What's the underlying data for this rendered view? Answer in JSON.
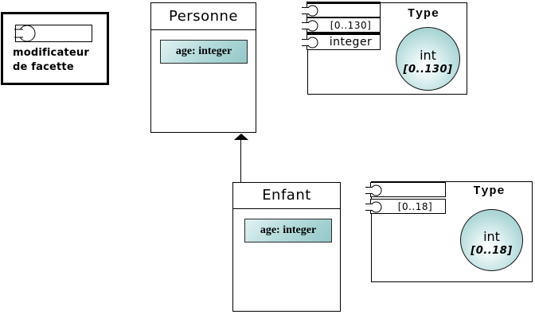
{
  "legend": {
    "line1": "modificateur",
    "line2": "de facette"
  },
  "classes": {
    "personne": {
      "title": "Personne",
      "attribute": "age: integer"
    },
    "enfant": {
      "title": "Enfant",
      "attribute": "age: integer"
    }
  },
  "relation": {
    "kind": "inheritance",
    "from": "Enfant",
    "to": "Personne"
  },
  "type_panels": [
    {
      "title": "Type",
      "facets": [
        "",
        "[0..130]",
        "integer"
      ],
      "sphere": {
        "line1": "int",
        "line2": "[0..130]"
      }
    },
    {
      "title": "Type",
      "facets": [
        "",
        "[0..18]"
      ],
      "sphere": {
        "line1": "int",
        "line2": "[0..18]"
      }
    }
  ],
  "colors": {
    "canvas": "#ffffff",
    "outline": "#000000",
    "teal_fill": "#aed7d7",
    "chip_gradient_light": "#e2f2f2",
    "chip_gradient_dark": "#94c8c9",
    "sphere_highlight": "#ffffff"
  }
}
